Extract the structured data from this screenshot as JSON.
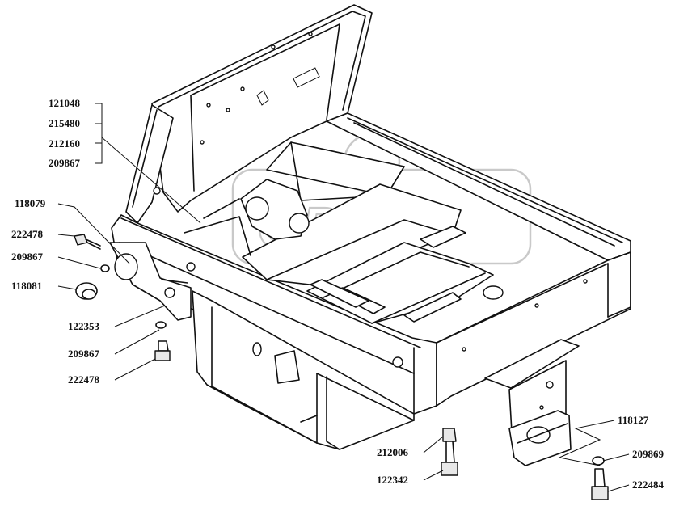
{
  "watermark": {
    "brand_text": "OPEX"
  },
  "callouts": {
    "group_top": [
      "121048",
      "215480",
      "212160",
      "209867"
    ],
    "left": [
      {
        "id": "118079"
      },
      {
        "id": "222478"
      },
      {
        "id": "209867"
      },
      {
        "id": "118081"
      },
      {
        "id": "122353"
      },
      {
        "id": "209867"
      },
      {
        "id": "222478"
      }
    ],
    "bottom_center": [
      {
        "id": "212006"
      },
      {
        "id": "122342"
      }
    ],
    "right": [
      {
        "id": "118127"
      },
      {
        "id": "209869"
      },
      {
        "id": "222484"
      }
    ]
  }
}
